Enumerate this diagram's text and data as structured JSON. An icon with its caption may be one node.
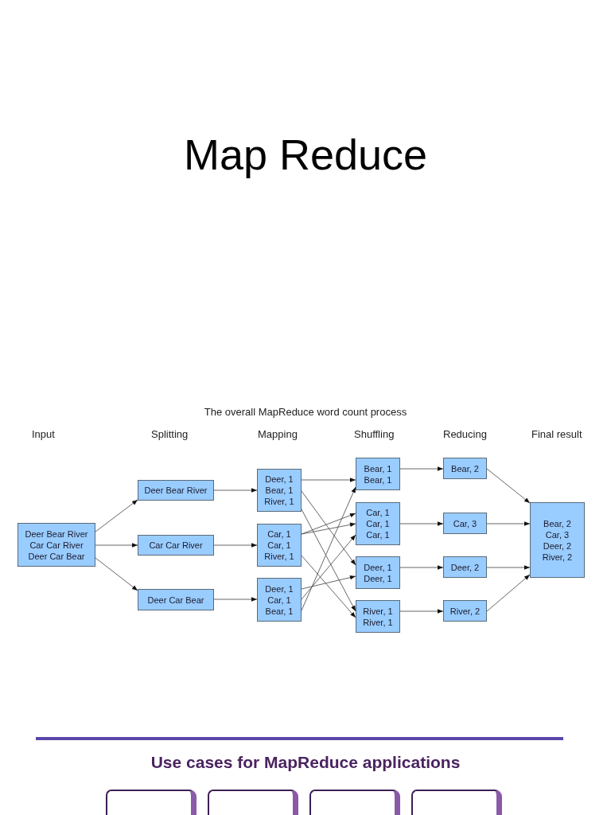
{
  "diagram": {
    "title": "Map Reduce",
    "nodes": [
      {
        "text": [
          "Deer Bear River",
          "Car Car River",
          "Deer Car Bear"
        ]
      },
      {
        "text": [
          "Deer Bear River"
        ]
      },
      {
        "text": [
          "Car Car River"
        ]
      },
      {
        "text": [
          "Deer Car Bear"
        ]
      },
      {
        "text": [
          "Deer, 1",
          "Bear, 1",
          "River, 1"
        ]
      },
      {
        "text": [
          "Car, 1",
          "Car, 1",
          "River, 1"
        ]
      },
      {
        "text": [
          "Deer, 1",
          "Car, 1",
          "Bear, 1"
        ]
      },
      {
        "text": [
          "Bear, 1",
          "Bear, 1"
        ]
      },
      {
        "text": [
          "Car, 1",
          "Car, 1",
          "Car, 1"
        ]
      },
      {
        "text": [
          "Deer, 1",
          "Deer, 1"
        ]
      },
      {
        "text": [
          "River, 1",
          "River, 1"
        ]
      },
      {
        "text": [
          "Bear, 2"
        ]
      },
      {
        "text": [
          "Car, 3"
        ]
      },
      {
        "text": [
          "Deer, 2"
        ]
      },
      {
        "text": [
          "River, 2"
        ]
      },
      {
        "text": [
          "Bear, 2",
          "Car, 3",
          "Deer, 2",
          "River, 2"
        ]
      },
      {
        "text": [],
        "shape": "box"
      },
      {
        "text": [],
        "shape": "box"
      },
      {
        "text": [],
        "shape": "box"
      },
      {
        "text": [],
        "shape": "box"
      }
    ],
    "edges": [
      {
        "from": 0,
        "to": 1,
        "arrow": "to"
      },
      {
        "from": 0,
        "to": 2,
        "arrow": "to"
      },
      {
        "from": 0,
        "to": 3,
        "arrow": "to"
      },
      {
        "from": 1,
        "to": 4,
        "arrow": "to"
      },
      {
        "from": 2,
        "to": 5,
        "arrow": "to"
      },
      {
        "from": 3,
        "to": 6,
        "arrow": "to"
      },
      {
        "from": 4,
        "to": 7,
        "arrow": "to"
      },
      {
        "from": 4,
        "to": 9,
        "arrow": "to"
      },
      {
        "from": 4,
        "to": 10,
        "arrow": "to"
      },
      {
        "from": 5,
        "to": 8,
        "arrow": "to"
      },
      {
        "from": 5,
        "to": 8,
        "arrow": "to"
      },
      {
        "from": 5,
        "to": 10,
        "arrow": "to"
      },
      {
        "from": 6,
        "to": 9,
        "arrow": "to"
      },
      {
        "from": 6,
        "to": 8,
        "arrow": "to"
      },
      {
        "from": 6,
        "to": 7,
        "arrow": "to"
      },
      {
        "from": 7,
        "to": 11,
        "arrow": "to"
      },
      {
        "from": 8,
        "to": 12,
        "arrow": "to"
      },
      {
        "from": 9,
        "to": 13,
        "arrow": "to"
      },
      {
        "from": 10,
        "to": 14,
        "arrow": "to"
      },
      {
        "from": 11,
        "to": 15,
        "arrow": "to"
      },
      {
        "from": 12,
        "to": 15,
        "arrow": "to"
      },
      {
        "from": 13,
        "to": 15,
        "arrow": "to"
      },
      {
        "from": 14,
        "to": 15,
        "arrow": "to"
      }
    ],
    "labels": [
      "The overall MapReduce word count process",
      "Input",
      "Splitting",
      "Mapping",
      "Shuffling",
      "Reducing",
      "Final result",
      "Use cases for MapReduce applications"
    ]
  }
}
